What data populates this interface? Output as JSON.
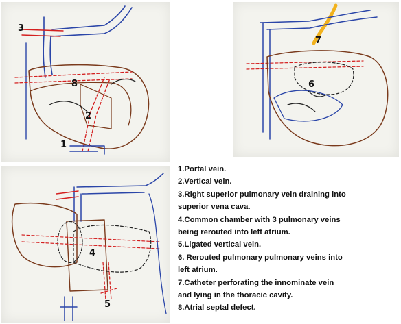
{
  "diagram": {
    "panels": [
      {
        "name": "Top-left sketch",
        "markers": [
          "3",
          "8",
          "2",
          "1"
        ]
      },
      {
        "name": "Top-right sketch",
        "markers": [
          "7",
          "6"
        ]
      },
      {
        "name": "Bottom-left sketch",
        "markers": [
          "4",
          "5"
        ]
      }
    ],
    "colors": {
      "venous_blue": "#2a45a8",
      "pulmonary_red": "#d42020",
      "chamber_brown": "#7a3a1c",
      "catheter_yellow": "#f2b21c",
      "dark": "#222222"
    },
    "legend": [
      "1.Portal vein.",
      "2.Vertical vein.",
      "3.Right superior pulmonary vein draining into",
      "superior vena cava.",
      "4.Common chamber with 3 pulmonary veins",
      "being rerouted into left atrium.",
      "5.Ligated vertical  vein.",
      "6. Rerouted pulmonary pulmonary veins into",
      "left atrium.",
      "7.Catheter perforating the innominate vein",
      "and lying in the thoracic cavity.",
      "8.Atrial septal defect."
    ]
  }
}
